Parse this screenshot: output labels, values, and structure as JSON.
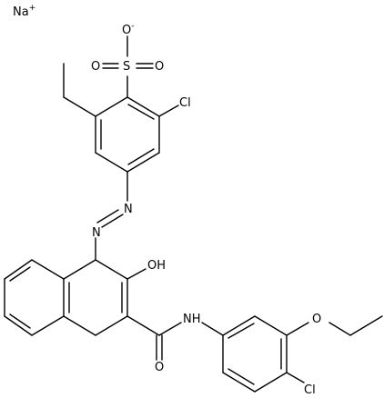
{
  "molecule": {
    "atoms": {
      "sodium": "Na",
      "sodium_charge": "+",
      "oxide": "O",
      "oxide_charge": "-",
      "sulfur": "S",
      "sulfonyl_oxygen_left": "O",
      "sulfonyl_oxygen_right": "O",
      "chlorine_top": "Cl",
      "azo_nitrogen_top": "N",
      "azo_nitrogen_bottom": "N",
      "hydroxyl": "OH",
      "amide_nitrogen": "NH",
      "carbonyl_oxygen": "O",
      "ether_oxygen": "O",
      "chlorine_bottom": "Cl"
    }
  }
}
